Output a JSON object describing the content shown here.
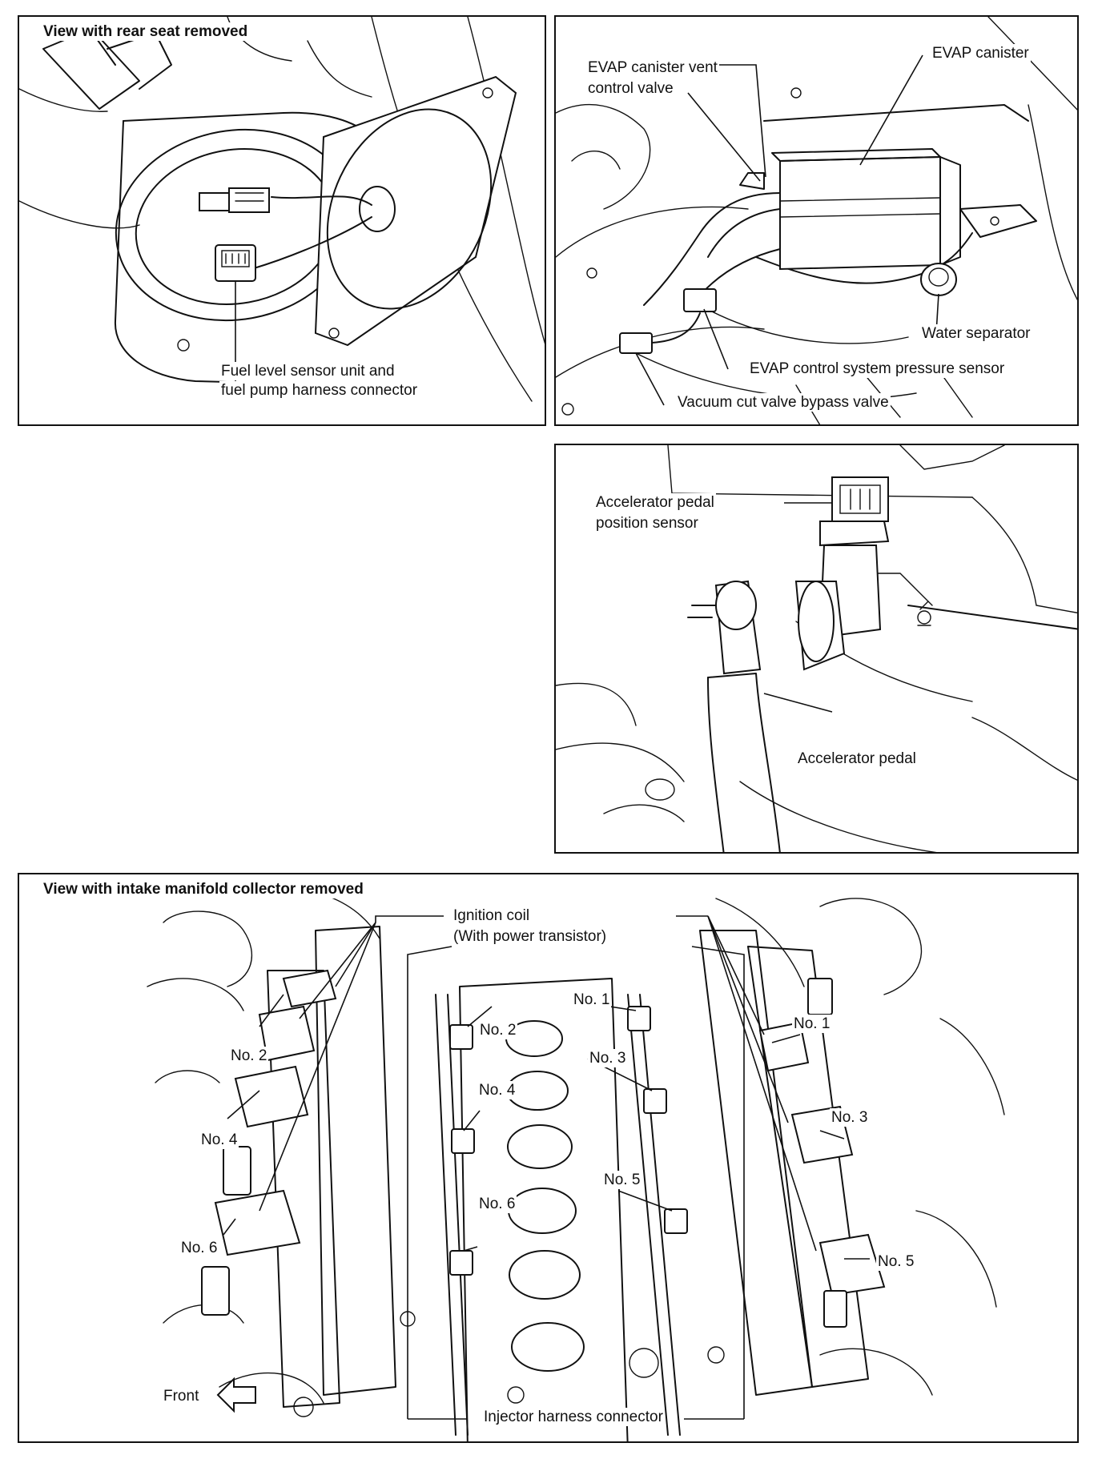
{
  "panel_fuel": {
    "title": "View with rear seat removed",
    "label_line1": "Fuel level sensor unit and",
    "label_line2": "fuel pump harness connector"
  },
  "panel_evap": {
    "canister": "EVAP canister",
    "vent_valve_line1": "EVAP canister vent",
    "vent_valve_line2": "control valve",
    "water_separator": "Water separator",
    "pressure_sensor": "EVAP control system pressure sensor",
    "bypass_valve": "Vacuum cut valve bypass valve"
  },
  "panel_pedal": {
    "sensor_line1": "Accelerator pedal",
    "sensor_line2": "position sensor",
    "pedal": "Accelerator pedal"
  },
  "panel_engine": {
    "title": "View with intake manifold collector removed",
    "ignition_line1": "Ignition coil",
    "ignition_line2": "(With power transistor)",
    "injector_connector": "Injector harness connector",
    "front": "Front",
    "cylinders": {
      "no1_inj": "No. 1",
      "no1_coil": "No. 1",
      "no2_inj": "No. 2",
      "no2_coil": "No. 2",
      "no3_inj": "No. 3",
      "no3_coil": "No. 3",
      "no4_inj": "No. 4",
      "no4_coil": "No. 4",
      "no5_inj": "No. 5",
      "no5_coil": "No. 5",
      "no6_inj": "No. 6",
      "no6_coil": "No. 6"
    }
  }
}
